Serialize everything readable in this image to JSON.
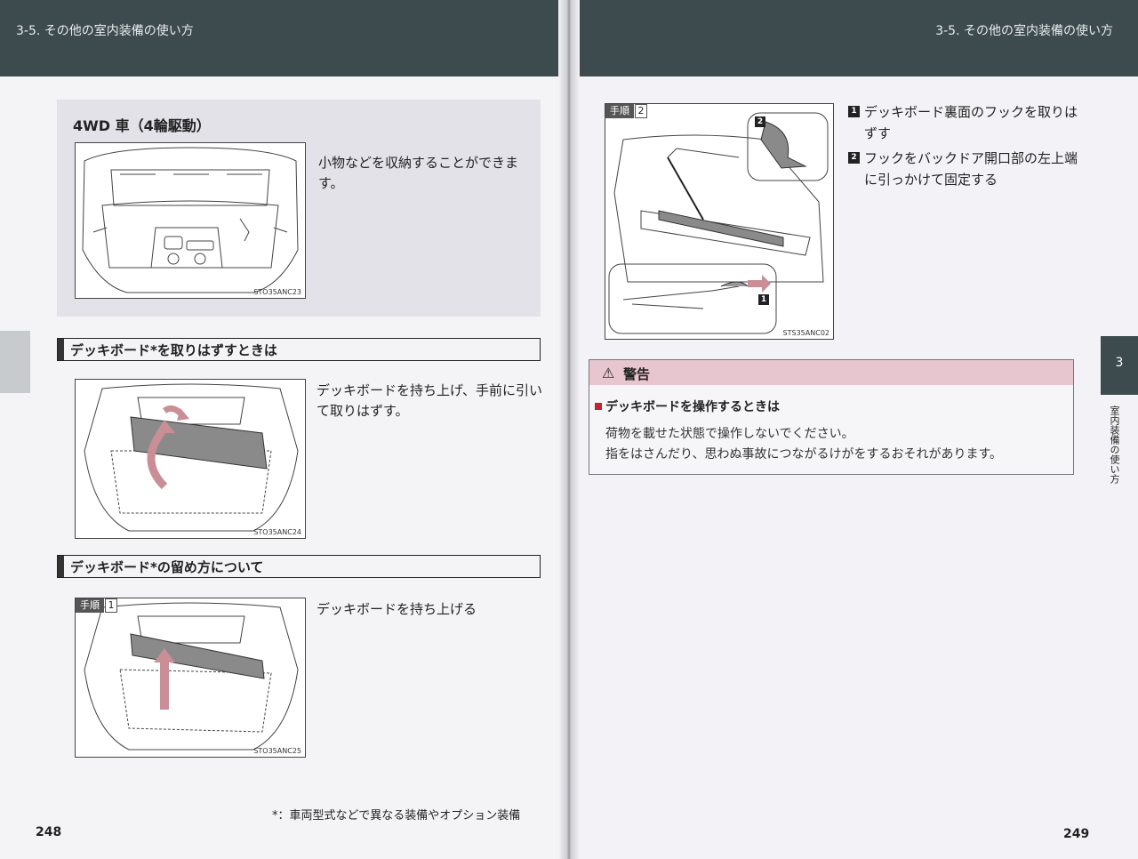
{
  "left_page": {
    "header": "3-5. その他の室内装備の使い方",
    "section_4wd": {
      "title": "4WD 車（4輪駆動）",
      "text": "小物などを収納することができます。",
      "figure_code": "STO35ANC23"
    },
    "remove_section": {
      "heading": "デッキボード*を取りはずすときは",
      "text": "デッキボードを持ち上げ、手前に引いて取りはずす。",
      "figure_code": "STO35ANC24"
    },
    "fasten_section": {
      "heading": "デッキボード*の留め方について",
      "step_label": "手順",
      "step_number": "1",
      "text": "デッキボードを持ち上げる",
      "figure_code": "STO35ANC25"
    },
    "footnote": "*：車両型式などで異なる装備やオプション装備",
    "page_number": "248"
  },
  "right_page": {
    "header": "3-5. その他の室内装備の使い方",
    "step_label": "手順",
    "step_number": "2",
    "figure_code": "STS35ANC02",
    "callouts": [
      "2",
      "1"
    ],
    "steps": [
      {
        "num": "1",
        "text": "デッキボード裏面のフックを取りはずす"
      },
      {
        "num": "2",
        "text": "フックをバックドア開口部の左上端に引っかけて固定する"
      }
    ],
    "warning": {
      "title": "警告",
      "subtitle": "デッキボードを操作するときは",
      "lines": [
        "荷物を載せた状態で操作しないでください。",
        "指をはさんだり、思わぬ事故につながるけがをするおそれがあります。"
      ]
    },
    "chapter_tab": "3",
    "chapter_title": "室内装備の使い方",
    "page_number": "249"
  },
  "colors": {
    "header_bar": "#3d4a4e",
    "warning_band": "#e8c6cf",
    "arrow": "#c98e96"
  }
}
